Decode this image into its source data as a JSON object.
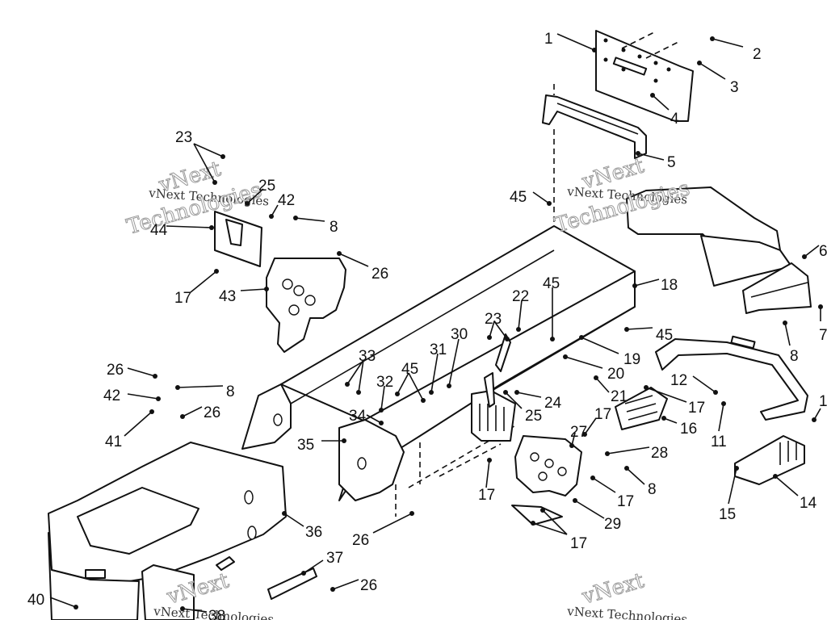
{
  "watermark": {
    "small_text": "vNext Technologies",
    "large_line1": "vNext",
    "large_line2": "Technologies"
  },
  "callouts": [
    {
      "label": "1"
    },
    {
      "label": "2"
    },
    {
      "label": "3"
    },
    {
      "label": "4"
    },
    {
      "label": "5"
    },
    {
      "label": "45"
    },
    {
      "label": "18"
    },
    {
      "label": "6"
    },
    {
      "label": "7"
    },
    {
      "label": "8"
    },
    {
      "label": "23"
    },
    {
      "label": "25"
    },
    {
      "label": "42"
    },
    {
      "label": "44"
    },
    {
      "label": "8"
    },
    {
      "label": "26"
    },
    {
      "label": "17"
    },
    {
      "label": "43"
    },
    {
      "label": "22"
    },
    {
      "label": "45"
    },
    {
      "label": "23"
    },
    {
      "label": "45"
    },
    {
      "label": "19"
    },
    {
      "label": "20"
    },
    {
      "label": "21"
    },
    {
      "label": "12"
    },
    {
      "label": "17"
    },
    {
      "label": "16"
    },
    {
      "label": "11"
    },
    {
      "label": "1"
    },
    {
      "label": "33"
    },
    {
      "label": "31"
    },
    {
      "label": "30"
    },
    {
      "label": "45"
    },
    {
      "label": "32"
    },
    {
      "label": "34"
    },
    {
      "label": "35"
    },
    {
      "label": "24"
    },
    {
      "label": "25"
    },
    {
      "label": "17"
    },
    {
      "label": "27"
    },
    {
      "label": "28"
    },
    {
      "label": "8"
    },
    {
      "label": "17"
    },
    {
      "label": "29"
    },
    {
      "label": "17"
    },
    {
      "label": "17"
    },
    {
      "label": "15"
    },
    {
      "label": "14"
    },
    {
      "label": "26"
    },
    {
      "label": "42"
    },
    {
      "label": "8"
    },
    {
      "label": "26"
    },
    {
      "label": "41"
    },
    {
      "label": "36"
    },
    {
      "label": "26"
    },
    {
      "label": "37"
    },
    {
      "label": "26"
    },
    {
      "label": "40"
    },
    {
      "label": "38"
    }
  ]
}
